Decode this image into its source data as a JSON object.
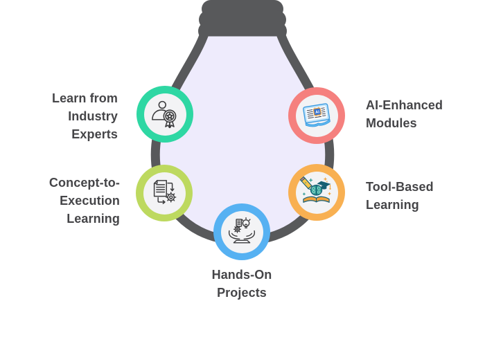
{
  "colors": {
    "background": "#ffffff",
    "text": "#454548",
    "bulb_outline": "#58595B",
    "bulb_glass": "#EEEBFC",
    "icon_circle_bg": "#F3F3F5"
  },
  "items": [
    {
      "id": "learn-from-industry-experts",
      "lines": [
        "Learn from",
        "Industry",
        "Experts"
      ],
      "ring_color": "#2ED7A3",
      "icon": "person-award-icon"
    },
    {
      "id": "ai-enhanced-modules",
      "lines": [
        "AI-Enhanced",
        "Modules"
      ],
      "ring_color": "#F5807E",
      "icon": "ai-book-icon",
      "chip_label": "AI"
    },
    {
      "id": "concept-to-execution-learning",
      "lines": [
        "Concept-to-",
        "Execution",
        "Learning"
      ],
      "ring_color": "#BDD95F",
      "icon": "document-gear-icon"
    },
    {
      "id": "tool-based-learning",
      "lines": [
        "Tool-Based",
        "Learning"
      ],
      "ring_color": "#F8B052",
      "icon": "pencil-brain-book-icon"
    },
    {
      "id": "hands-on-projects",
      "lines": [
        "Hands-On",
        "Projects"
      ],
      "ring_color": "#56B1F2",
      "icon": "hands-holding-project-icon"
    }
  ]
}
